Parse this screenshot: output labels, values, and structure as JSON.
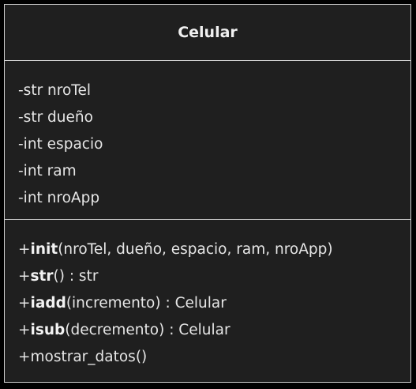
{
  "class": {
    "name": "Celular",
    "attributes": [
      "-str nroTel",
      "-str dueño",
      "-int espacio",
      "-int ram",
      "-int nroApp"
    ],
    "methods": [
      {
        "prefix": "+",
        "name": "init",
        "rest": "(nroTel, dueño, espacio, ram, nroApp)"
      },
      {
        "prefix": "+",
        "name": "str",
        "rest": "() : str"
      },
      {
        "prefix": "+",
        "name": "iadd",
        "rest": "(incremento) : Celular"
      },
      {
        "prefix": "+",
        "name": "isub",
        "rest": "(decremento) : Celular"
      },
      {
        "prefix": "",
        "name": "",
        "rest": "+mostrar_datos()"
      }
    ]
  }
}
